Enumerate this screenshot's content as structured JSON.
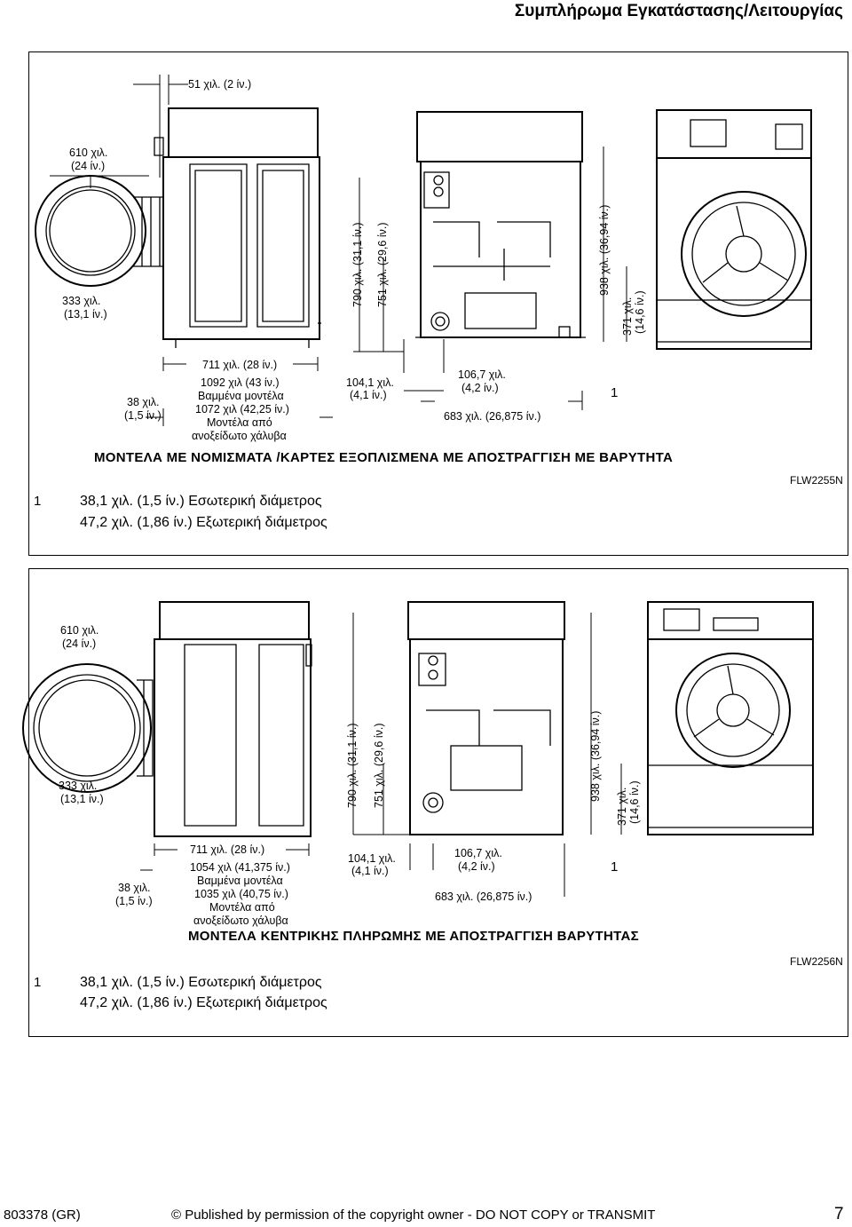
{
  "header_title": "Συμπλήρωμα Εγκατάστασης/Λειτουργίας",
  "panel1": {
    "dims": {
      "d51": "51 χιλ. (2 ίν.)",
      "d610": "610 χιλ.",
      "d610in": "(24 ίν.)",
      "d333": "333 χιλ.",
      "d333in": "(13,1 ίν.)",
      "d711": "711 χιλ. (28 ίν.)",
      "d38": "38 χιλ.",
      "d38in": "(1,5 ίν.)",
      "d1092a": "1092 χιλ (43 ίν.)",
      "d1092b": "Βαμμένα μοντέλα",
      "d1092c": "1072 χιλ (42,25 ίν.)",
      "d1092d": "Μοντέλα από",
      "d1092e": "ανοξείδωτο χάλυβα",
      "d104": "104,1 χιλ.",
      "d104in": "(4,1 ίν.)",
      "d790": "790 χιλ. (31,1 ίν.)",
      "d751": "751 χιλ. (29,6 ίν.)",
      "d106": "106,7 χιλ.",
      "d106in": "(4,2 ίν.)",
      "d683": "683 χιλ. (26,875 ίν.)",
      "d938": "938 χιλ. (36,94 ίν.)",
      "d371": "371 χιλ.",
      "d371in": "(14,6 ίν.)",
      "callout": "1"
    },
    "title": "ΜΟΝΤΕΛΑ ΜΕ ΝΟΜΙΣΜΑΤΑ /ΚΑΡΤΕΣ ΕΞΟΠΛΙΣΜΕΝΑ ΜΕ ΑΠΟΣΤΡΑΓΓΙΣΗ ΜΕ ΒΑΡΥΤΗΤΑ",
    "fig_code": "FLW2255N",
    "key_num": "1",
    "key_line1": "38,1 χιλ. (1,5 ίν.) Εσωτερική διάμετρος",
    "key_line2": "47,2 χιλ. (1,86 ίν.) Εξωτερική διάμετρος"
  },
  "panel2": {
    "dims": {
      "d610": "610 χιλ.",
      "d610in": "(24 ίν.)",
      "d333": "333 χιλ.",
      "d333in": "(13,1 ίν.)",
      "d711": "711 χιλ. (28 ίν.)",
      "d38": "38 χιλ.",
      "d38in": "(1,5 ίν.)",
      "d1054a": "1054 χιλ (41,375 ίν.)",
      "d1054b": "Βαμμένα μοντέλα",
      "d1054c": "1035 χιλ (40,75 ίν.)",
      "d1054d": "Μοντέλα από",
      "d1054e": "ανοξείδωτο χάλυβα",
      "d104": "104,1 χιλ.",
      "d104in": "(4,1 ίν.)",
      "d790": "790 χιλ. (31,1 ίν.)",
      "d751": "751 χιλ. (29,6 ίν.)",
      "d106": "106,7 χιλ.",
      "d106in": "(4,2 ίν.)",
      "d683": "683 χιλ. (26,875 ίν.)",
      "d938": "938 χιλ. (36,94 ίν.)",
      "d371": "371 χιλ.",
      "d371in": "(14,6 ίν.)",
      "callout": "1"
    },
    "title": "ΜΟΝΤΕΛΑ ΚΕΝΤΡΙΚΗΣ ΠΛΗΡΩΜΗΣ ΜΕ ΑΠΟΣΤΡΑΓΓΙΣΗ ΒΑΡΥΤΗΤΑΣ",
    "fig_code": "FLW2256N",
    "key_num": "1",
    "key_line1": "38,1 χιλ. (1,5 ίν.) Εσωτερική διάμετρος",
    "key_line2": "47,2 χιλ. (1,86 ίν.) Εξωτερική διάμετρος"
  },
  "footer": {
    "doc_number": "803378 (GR)",
    "copyright": "© Published by permission of the copyright owner - DO NOT COPY or TRANSMIT",
    "page": "7"
  }
}
